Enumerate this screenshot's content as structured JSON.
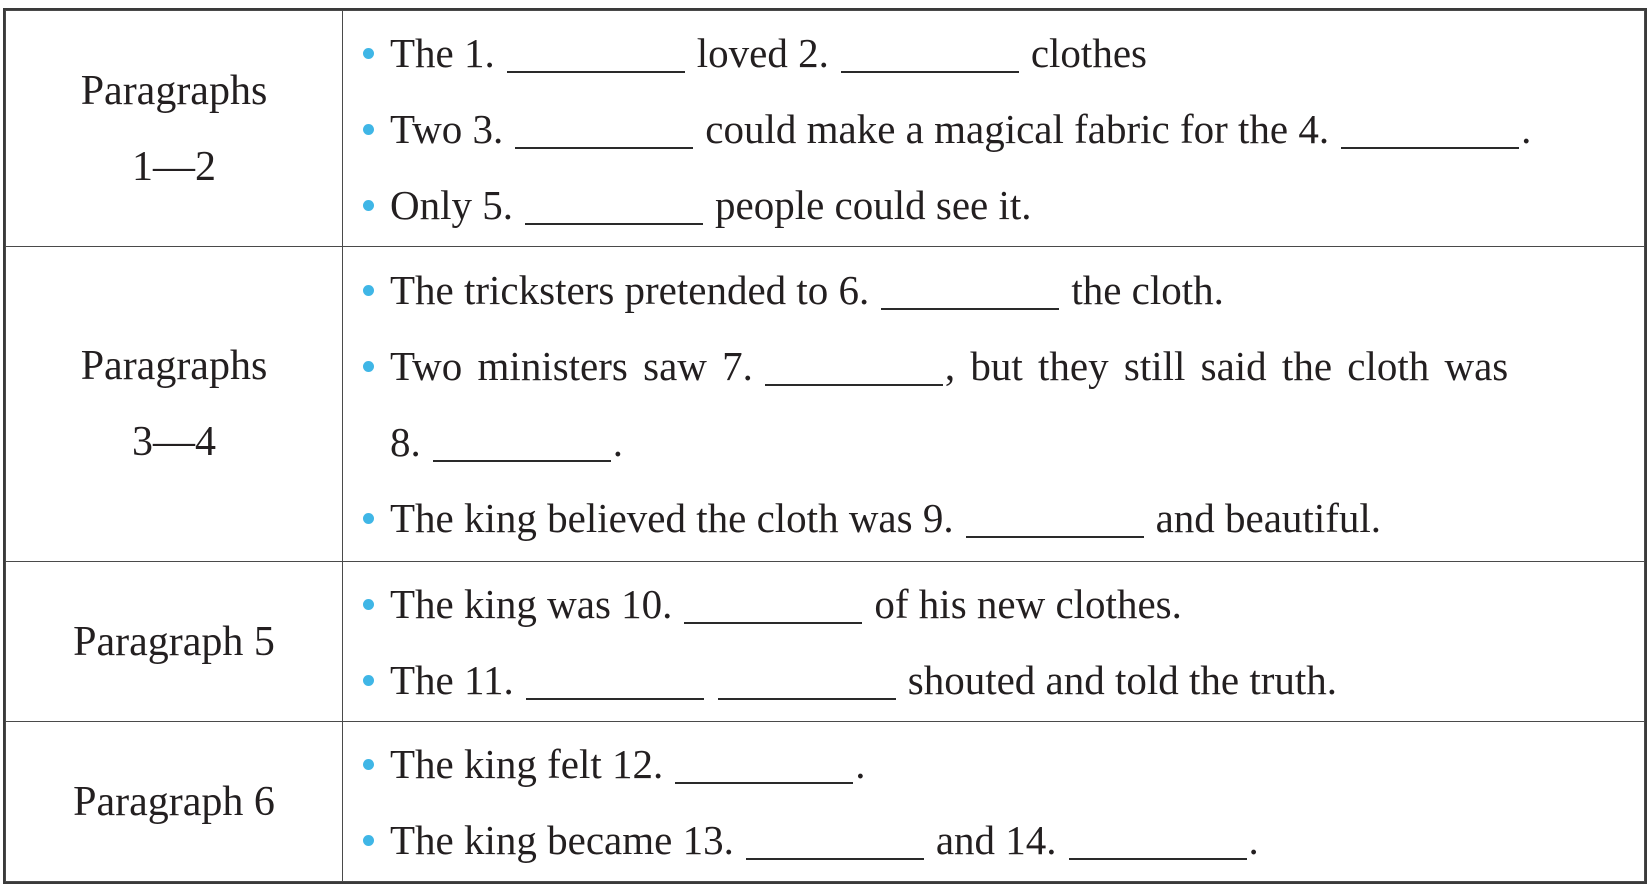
{
  "rows": [
    {
      "label_lines": [
        "Paragraphs",
        "1—2"
      ],
      "sentences": [
        {
          "t1": "The 1.",
          "t2": "loved 2.",
          "t3": "clothes"
        },
        {
          "t1": "Two 3.",
          "t2": "could make a magical fabric for the 4.",
          "t3": "."
        },
        {
          "t1": "Only 5.",
          "t2": "people could see it."
        }
      ]
    },
    {
      "label_lines": [
        "Paragraphs",
        "3—4"
      ],
      "sentences": [
        {
          "t1": "The tricksters pretended to 6.",
          "t2": "the cloth."
        },
        {
          "t1": "Two ministers saw 7.",
          "t2": ", but they still said the cloth was",
          "t3": "8.",
          "t4": "."
        },
        {
          "t1": "The king believed the cloth was 9.",
          "t2": "and beautiful."
        }
      ]
    },
    {
      "label_lines": [
        "Paragraph 5"
      ],
      "sentences": [
        {
          "t1": "The king was 10.",
          "t2": "of his new clothes."
        },
        {
          "t1": "The 11.",
          "t2": "shouted and told the truth."
        }
      ]
    },
    {
      "label_lines": [
        "Paragraph 6"
      ],
      "sentences": [
        {
          "t1": "The king felt 12.",
          "t2": "."
        },
        {
          "t1": "The king became 13.",
          "t2": "and 14.",
          "t3": "."
        }
      ]
    }
  ]
}
